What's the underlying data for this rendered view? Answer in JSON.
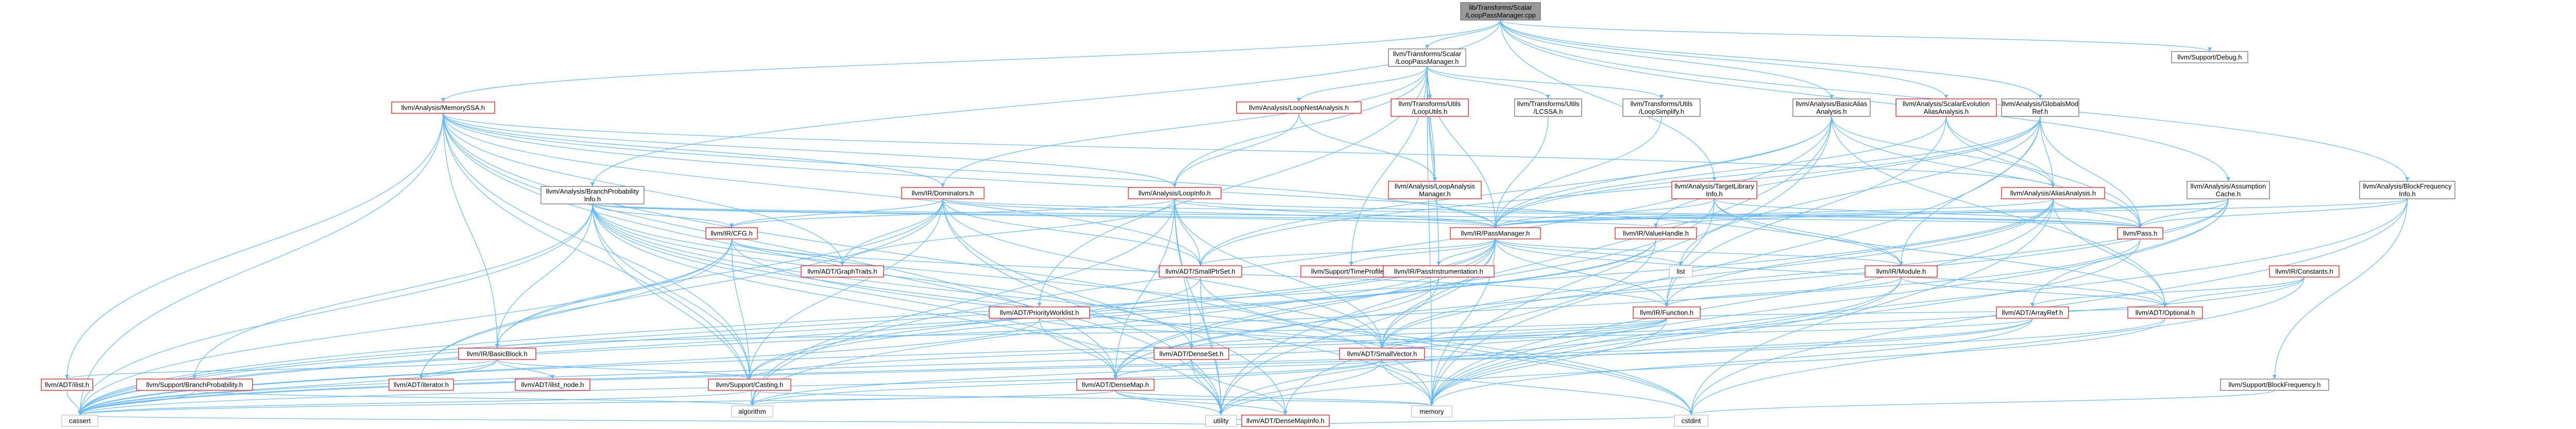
{
  "colors": {
    "edge": "#63b8ff",
    "root_fill": "#999999",
    "root_border": "#666666",
    "red_border": "#ff0000",
    "gray_border": "#bfbfbf",
    "node_fill": "#ffffff"
  },
  "nodes": [
    {
      "id": "root",
      "lines": [
        "lib/Transforms/Scalar",
        "/LoopPassManager.cpp"
      ],
      "style": "root"
    },
    {
      "id": "lpm_h",
      "lines": [
        "llvm/Transforms/Scalar",
        "/LoopPassManager.h"
      ],
      "style": "plain"
    },
    {
      "id": "debug",
      "lines": [
        "llvm/Support/Debug.h"
      ],
      "style": "plain"
    },
    {
      "id": "memoryssa",
      "lines": [
        "llvm/Analysis/MemorySSA.h"
      ],
      "style": "red"
    },
    {
      "id": "lnest",
      "lines": [
        "llvm/Analysis/LoopNestAnalysis.h"
      ],
      "style": "red"
    },
    {
      "id": "loopsutils",
      "lines": [
        "llvm/Transforms/Utils",
        "/LoopUtils.h"
      ],
      "style": "red"
    },
    {
      "id": "lcssa",
      "lines": [
        "llvm/Transforms/Utils",
        "/LCSSA.h"
      ],
      "style": "plain"
    },
    {
      "id": "loopsimplify",
      "lines": [
        "llvm/Transforms/Utils",
        "/LoopSimplify.h"
      ],
      "style": "plain"
    },
    {
      "id": "basicaa",
      "lines": [
        "llvm/Analysis/BasicAlias",
        "Analysis.h"
      ],
      "style": "plain"
    },
    {
      "id": "scev_aa",
      "lines": [
        "llvm/Analysis/ScalarEvolution",
        "AliasAnalysis.h"
      ],
      "style": "red"
    },
    {
      "id": "globalsmodref",
      "lines": [
        "llvm/Analysis/GlobalsMod",
        "Ref.h"
      ],
      "style": "plain"
    },
    {
      "id": "bpi",
      "lines": [
        "llvm/Analysis/BranchProbability",
        "Info.h"
      ],
      "style": "plain"
    },
    {
      "id": "domtree",
      "lines": [
        "llvm/IR/Dominators.h"
      ],
      "style": "red"
    },
    {
      "id": "loopinfo",
      "lines": [
        "llvm/Analysis/LoopInfo.h"
      ],
      "style": "red"
    },
    {
      "id": "lam",
      "lines": [
        "llvm/Analysis/LoopAnalysis",
        "Manager.h"
      ],
      "style": "red"
    },
    {
      "id": "tli",
      "lines": [
        "llvm/Analysis/TargetLibrary",
        "Info.h"
      ],
      "style": "red"
    },
    {
      "id": "aa",
      "lines": [
        "llvm/Analysis/AliasAnalysis.h"
      ],
      "style": "red"
    },
    {
      "id": "assumption",
      "lines": [
        "llvm/Analysis/Assumption",
        "Cache.h"
      ],
      "style": "plain"
    },
    {
      "id": "bfi",
      "lines": [
        "llvm/Analysis/BlockFrequency",
        "Info.h"
      ],
      "style": "plain"
    },
    {
      "id": "cfg",
      "lines": [
        "llvm/IR/CFG.h"
      ],
      "style": "red"
    },
    {
      "id": "graphtraits",
      "lines": [
        "llvm/ADT/GraphTraits.h"
      ],
      "style": "red"
    },
    {
      "id": "passmanager",
      "lines": [
        "llvm/IR/PassManager.h"
      ],
      "style": "red"
    },
    {
      "id": "valuehandle",
      "lines": [
        "llvm/IR/ValueHandle.h"
      ],
      "style": "red"
    },
    {
      "id": "pass",
      "lines": [
        "llvm/Pass.h"
      ],
      "style": "red"
    },
    {
      "id": "smallptrset",
      "lines": [
        "llvm/ADT/SmallPtrSet.h"
      ],
      "style": "red"
    },
    {
      "id": "timefolder",
      "lines": [
        "llvm/Support/TimeProfiler.h"
      ],
      "style": "red"
    },
    {
      "id": "passinstr",
      "lines": [
        "llvm/IR/PassInstrumentation.h"
      ],
      "style": "red"
    },
    {
      "id": "list",
      "lines": [
        "list"
      ],
      "style": "gray"
    },
    {
      "id": "module",
      "lines": [
        "llvm/IR/Module.h"
      ],
      "style": "red"
    },
    {
      "id": "constants",
      "lines": [
        "llvm/IR/Constants.h"
      ],
      "style": "red"
    },
    {
      "id": "pwl",
      "lines": [
        "llvm/ADT/PriorityWorklist.h"
      ],
      "style": "red"
    },
    {
      "id": "function",
      "lines": [
        "llvm/IR/Function.h"
      ],
      "style": "red"
    },
    {
      "id": "arrayref",
      "lines": [
        "llvm/ADT/ArrayRef.h"
      ],
      "style": "red"
    },
    {
      "id": "optional",
      "lines": [
        "llvm/ADT/Optional.h"
      ],
      "style": "red"
    },
    {
      "id": "basicblock",
      "lines": [
        "llvm/IR/BasicBlock.h"
      ],
      "style": "red"
    },
    {
      "id": "denseset",
      "lines": [
        "llvm/ADT/DenseSet.h"
      ],
      "style": "red"
    },
    {
      "id": "smallvector",
      "lines": [
        "llvm/ADT/SmallVector.h"
      ],
      "style": "red"
    },
    {
      "id": "ilist",
      "lines": [
        "llvm/ADT/ilist.h"
      ],
      "style": "red"
    },
    {
      "id": "bprob",
      "lines": [
        "llvm/Support/BranchProbability.h"
      ],
      "style": "red"
    },
    {
      "id": "iterator",
      "lines": [
        "llvm/ADT/iterator.h"
      ],
      "style": "red"
    },
    {
      "id": "ilistnode",
      "lines": [
        "llvm/ADT/ilist_node.h"
      ],
      "style": "red"
    },
    {
      "id": "casting",
      "lines": [
        "llvm/Support/Casting.h"
      ],
      "style": "red"
    },
    {
      "id": "densemap",
      "lines": [
        "llvm/ADT/DenseMap.h"
      ],
      "style": "red"
    },
    {
      "id": "sbfreq",
      "lines": [
        "llvm/Support/BlockFrequency.h"
      ],
      "style": "plain"
    },
    {
      "id": "algorithm",
      "lines": [
        "algorithm"
      ],
      "style": "gray"
    },
    {
      "id": "memory",
      "lines": [
        "memory"
      ],
      "style": "gray"
    },
    {
      "id": "densemapinfo",
      "lines": [
        "llvm/ADT/DenseMapInfo.h"
      ],
      "style": "red"
    },
    {
      "id": "cassert",
      "lines": [
        "cassert"
      ],
      "style": "gray"
    },
    {
      "id": "utility",
      "lines": [
        "utility"
      ],
      "style": "gray"
    },
    {
      "id": "cstdint",
      "lines": [
        "cstdint"
      ],
      "style": "gray"
    }
  ],
  "edges": [
    [
      "root",
      "lpm_h"
    ],
    [
      "root",
      "debug"
    ],
    [
      "root",
      "memoryssa"
    ],
    [
      "root",
      "basicaa"
    ],
    [
      "root",
      "scev_aa"
    ],
    [
      "root",
      "globalsmodref"
    ],
    [
      "root",
      "bpi"
    ],
    [
      "root",
      "tli"
    ],
    [
      "root",
      "assumption"
    ],
    [
      "root",
      "bfi"
    ],
    [
      "lpm_h",
      "lnest"
    ],
    [
      "lpm_h",
      "loopsutils"
    ],
    [
      "lpm_h",
      "lcssa"
    ],
    [
      "lpm_h",
      "loopsimplify"
    ],
    [
      "lpm_h",
      "lam"
    ],
    [
      "lpm_h",
      "loopinfo"
    ],
    [
      "lpm_h",
      "domtree"
    ],
    [
      "lpm_h",
      "passmanager"
    ],
    [
      "lpm_h",
      "pwl"
    ],
    [
      "lpm_h",
      "timefolder"
    ],
    [
      "lpm_h",
      "memory"
    ],
    [
      "lpm_h",
      "passinstr"
    ],
    [
      "memoryssa",
      "loopinfo"
    ],
    [
      "memoryssa",
      "aa"
    ],
    [
      "memoryssa",
      "graphtraits"
    ],
    [
      "memoryssa",
      "domtree"
    ],
    [
      "memoryssa",
      "module"
    ],
    [
      "memoryssa",
      "passmanager"
    ],
    [
      "memoryssa",
      "smallptrset"
    ],
    [
      "memoryssa",
      "basicblock"
    ],
    [
      "memoryssa",
      "ilist"
    ],
    [
      "memoryssa",
      "cassert"
    ],
    [
      "memoryssa",
      "casting"
    ],
    [
      "memoryssa",
      "densemap"
    ],
    [
      "memoryssa",
      "memory"
    ],
    [
      "memoryssa",
      "utility"
    ],
    [
      "memoryssa",
      "algorithm"
    ],
    [
      "lnest",
      "loopinfo"
    ],
    [
      "lnest",
      "lam"
    ],
    [
      "loopsutils",
      "lam"
    ],
    [
      "lcssa",
      "passmanager"
    ],
    [
      "loopsimplify",
      "passmanager"
    ],
    [
      "basicaa",
      "aa"
    ],
    [
      "basicaa",
      "pass"
    ],
    [
      "basicaa",
      "passmanager"
    ],
    [
      "basicaa",
      "smallptrset"
    ],
    [
      "basicaa",
      "optional"
    ],
    [
      "basicaa",
      "memory"
    ],
    [
      "basicaa",
      "utility"
    ],
    [
      "basicaa",
      "algorithm"
    ],
    [
      "scev_aa",
      "aa"
    ],
    [
      "scev_aa",
      "function"
    ],
    [
      "scev_aa",
      "pass"
    ],
    [
      "scev_aa",
      "passmanager"
    ],
    [
      "globalsmodref",
      "aa"
    ],
    [
      "globalsmodref",
      "pass"
    ],
    [
      "globalsmodref",
      "module"
    ],
    [
      "globalsmodref",
      "passmanager"
    ],
    [
      "globalsmodref",
      "valuehandle"
    ],
    [
      "globalsmodref",
      "list"
    ],
    [
      "globalsmodref",
      "memory"
    ],
    [
      "globalsmodref",
      "smallptrset"
    ],
    [
      "bpi",
      "cfg"
    ],
    [
      "bpi",
      "passmanager"
    ],
    [
      "bpi",
      "valuehandle"
    ],
    [
      "bpi",
      "pass"
    ],
    [
      "bpi",
      "bprob"
    ],
    [
      "bpi",
      "densemap"
    ],
    [
      "bpi",
      "denseset"
    ],
    [
      "bpi",
      "smallvector"
    ],
    [
      "bpi",
      "basicblock"
    ],
    [
      "bpi",
      "algorithm"
    ],
    [
      "bpi",
      "cassert"
    ],
    [
      "bpi",
      "cstdint"
    ],
    [
      "bpi",
      "memory"
    ],
    [
      "bpi",
      "utility"
    ],
    [
      "bpi",
      "casting"
    ],
    [
      "domtree",
      "cfg"
    ],
    [
      "domtree",
      "passmanager"
    ],
    [
      "domtree",
      "pass"
    ],
    [
      "domtree",
      "basicblock"
    ],
    [
      "domtree",
      "graphtraits"
    ],
    [
      "domtree",
      "densemapinfo"
    ],
    [
      "domtree",
      "smallptrset"
    ],
    [
      "domtree",
      "smallvector"
    ],
    [
      "domtree",
      "iterator"
    ],
    [
      "domtree",
      "casting"
    ],
    [
      "domtree",
      "utility"
    ],
    [
      "loopinfo",
      "passmanager"
    ],
    [
      "loopinfo",
      "cfg"
    ],
    [
      "loopinfo",
      "smallptrset"
    ],
    [
      "loopinfo",
      "pass"
    ],
    [
      "loopinfo",
      "densemap"
    ],
    [
      "loopinfo",
      "denseset"
    ],
    [
      "loopinfo",
      "smallvector"
    ],
    [
      "loopinfo",
      "graphtraits"
    ],
    [
      "loopinfo",
      "algorithm"
    ],
    [
      "loopinfo",
      "utility"
    ],
    [
      "lam",
      "passmanager"
    ],
    [
      "tli",
      "passmanager"
    ],
    [
      "tli",
      "pass"
    ],
    [
      "tli",
      "function"
    ],
    [
      "tli",
      "module"
    ],
    [
      "tli",
      "optional"
    ],
    [
      "tli",
      "densemap"
    ],
    [
      "aa",
      "passmanager"
    ],
    [
      "aa",
      "pass"
    ],
    [
      "aa",
      "function"
    ],
    [
      "aa",
      "optional"
    ],
    [
      "aa",
      "smallvector"
    ],
    [
      "aa",
      "memory"
    ],
    [
      "aa",
      "cstdint"
    ],
    [
      "aa",
      "cassert"
    ],
    [
      "assumption",
      "passmanager"
    ],
    [
      "assumption",
      "valuehandle"
    ],
    [
      "assumption",
      "pass"
    ],
    [
      "assumption",
      "arrayref"
    ],
    [
      "assumption",
      "densemap"
    ],
    [
      "assumption",
      "smallvector"
    ],
    [
      "assumption",
      "memory"
    ],
    [
      "bfi",
      "passmanager"
    ],
    [
      "bfi",
      "pass"
    ],
    [
      "bfi",
      "sbfreq"
    ],
    [
      "bfi",
      "cstdint"
    ],
    [
      "bfi",
      "memory"
    ],
    [
      "cfg",
      "graphtraits"
    ],
    [
      "cfg",
      "basicblock"
    ],
    [
      "cfg",
      "function"
    ],
    [
      "cfg",
      "iterator"
    ],
    [
      "cfg",
      "casting"
    ],
    [
      "cfg",
      "cassert"
    ],
    [
      "cfg",
      "cstdint"
    ],
    [
      "passmanager",
      "smallptrset"
    ],
    [
      "passmanager",
      "timefolder"
    ],
    [
      "passmanager",
      "passinstr"
    ],
    [
      "passmanager",
      "list"
    ],
    [
      "passmanager",
      "module"
    ],
    [
      "passmanager",
      "function"
    ],
    [
      "passmanager",
      "densemap"
    ],
    [
      "passmanager",
      "smallvector"
    ],
    [
      "passmanager",
      "algorithm"
    ],
    [
      "passmanager",
      "cassert"
    ],
    [
      "passmanager",
      "memory"
    ],
    [
      "passmanager",
      "utility"
    ],
    [
      "passmanager",
      "optional"
    ],
    [
      "passmanager",
      "casting"
    ],
    [
      "valuehandle",
      "densemapinfo"
    ],
    [
      "valuehandle",
      "casting"
    ],
    [
      "valuehandle",
      "cassert"
    ],
    [
      "pass",
      "cassert"
    ],
    [
      "pass",
      "memory"
    ],
    [
      "smallptrset",
      "cassert"
    ],
    [
      "smallptrset",
      "utility"
    ],
    [
      "smallptrset",
      "cstdint"
    ],
    [
      "passinstr",
      "smallvector"
    ],
    [
      "passinstr",
      "densemap"
    ],
    [
      "module",
      "function"
    ],
    [
      "module",
      "optional"
    ],
    [
      "module",
      "memory"
    ],
    [
      "module",
      "utility"
    ],
    [
      "constants",
      "arrayref"
    ],
    [
      "constants",
      "optional"
    ],
    [
      "constants",
      "cassert"
    ],
    [
      "constants",
      "cstdint"
    ],
    [
      "pwl",
      "densemap"
    ],
    [
      "pwl",
      "smallvector"
    ],
    [
      "pwl",
      "cassert"
    ],
    [
      "function",
      "basicblock"
    ],
    [
      "function",
      "denseset"
    ],
    [
      "function",
      "smallvector"
    ],
    [
      "function",
      "casting"
    ],
    [
      "function",
      "cassert"
    ],
    [
      "function",
      "memory"
    ],
    [
      "function",
      "optional"
    ],
    [
      "arrayref",
      "smallvector"
    ],
    [
      "arrayref",
      "algorithm"
    ],
    [
      "arrayref",
      "memory"
    ],
    [
      "arrayref",
      "cassert"
    ],
    [
      "optional",
      "utility"
    ],
    [
      "optional",
      "cassert"
    ],
    [
      "basicblock",
      "ilist"
    ],
    [
      "basicblock",
      "iterator"
    ],
    [
      "basicblock",
      "ilistnode"
    ],
    [
      "basicblock",
      "casting"
    ],
    [
      "basicblock",
      "cassert"
    ],
    [
      "denseset",
      "densemap"
    ],
    [
      "denseset",
      "densemapinfo"
    ],
    [
      "denseset",
      "utility"
    ],
    [
      "smallvector",
      "algorithm"
    ],
    [
      "smallvector",
      "cassert"
    ],
    [
      "smallvector",
      "memory"
    ],
    [
      "smallvector",
      "utility"
    ],
    [
      "smallvector",
      "cstdint"
    ],
    [
      "ilist",
      "cassert"
    ],
    [
      "bprob",
      "cassert"
    ],
    [
      "bprob",
      "algorithm"
    ],
    [
      "casting",
      "cassert"
    ],
    [
      "casting",
      "memory"
    ],
    [
      "densemap",
      "densemapinfo"
    ],
    [
      "densemap",
      "algorithm"
    ],
    [
      "densemap",
      "cassert"
    ],
    [
      "densemap",
      "utility"
    ],
    [
      "densemap",
      "memory"
    ],
    [
      "densemapinfo",
      "cassert"
    ],
    [
      "densemapinfo",
      "utility"
    ],
    [
      "densemapinfo",
      "cstdint"
    ],
    [
      "sbfreq",
      "cstdint"
    ]
  ]
}
